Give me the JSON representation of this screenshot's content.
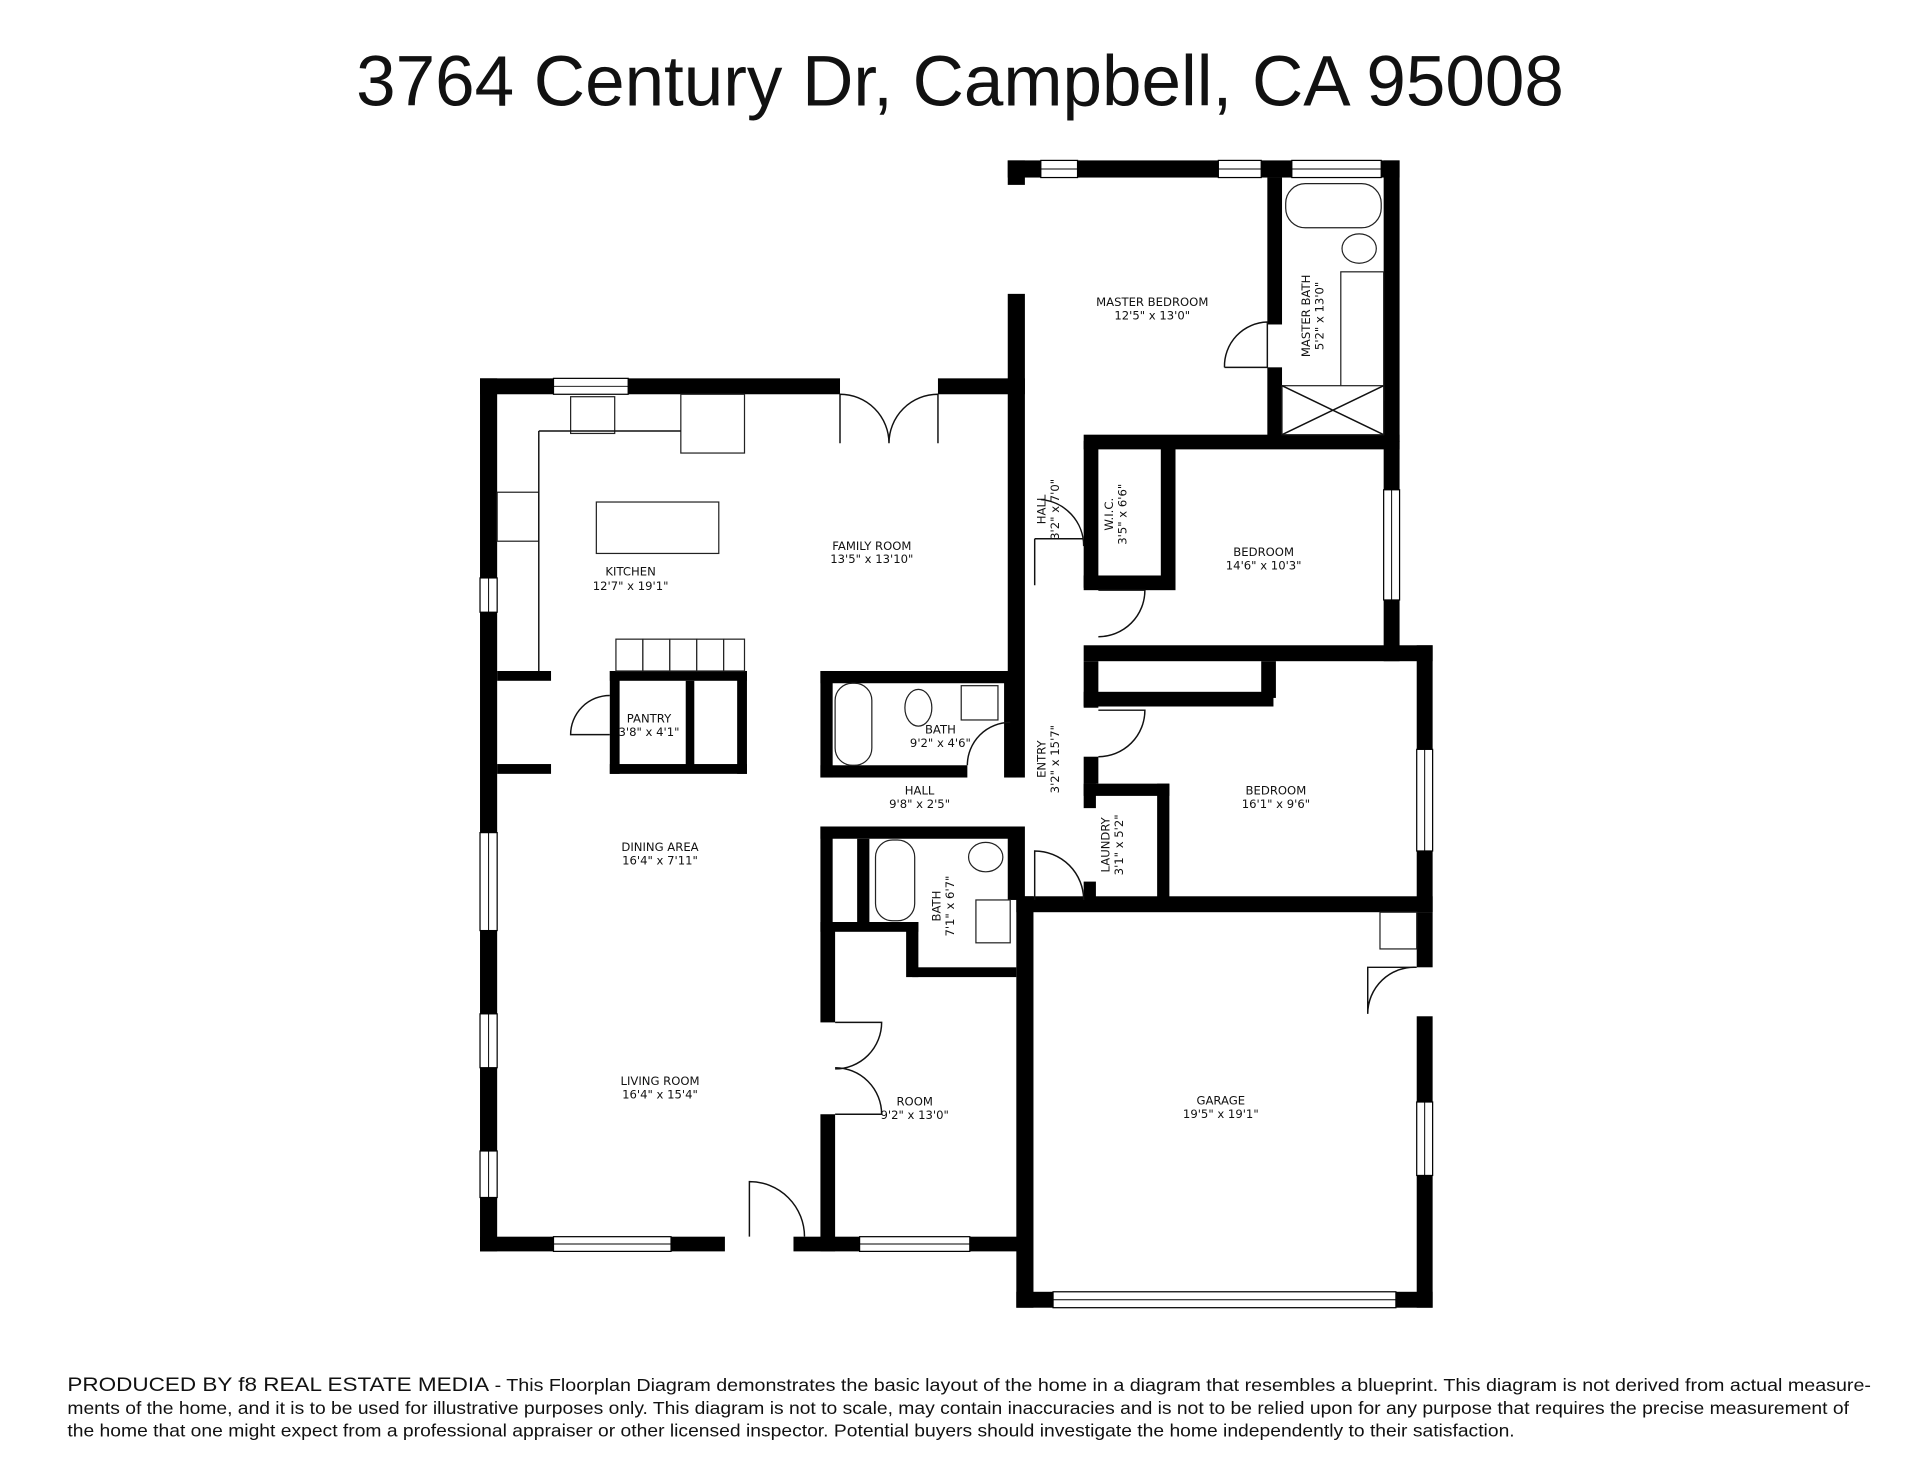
{
  "title": "3764 Century Dr, Campbell, CA  95008",
  "rooms": {
    "kitchen": {
      "name": "KITCHEN",
      "dims": "12'7\" x 19'1\""
    },
    "family_room": {
      "name": "FAMILY ROOM",
      "dims": "13'5\" x 13'10\""
    },
    "master_bedroom": {
      "name": "MASTER BEDROOM",
      "dims": "12'5\" x 13'0\""
    },
    "master_bath": {
      "name": "MASTER BATH",
      "dims": "5'2\" x 13'0\""
    },
    "hall_upper": {
      "name": "HALL",
      "dims": "3'2\" x 7'0\""
    },
    "wic": {
      "name": "W.I.C.",
      "dims": "3'5\" x 6'6\""
    },
    "bedroom_1": {
      "name": "BEDROOM",
      "dims": "14'6\" x 10'3\""
    },
    "pantry": {
      "name": "PANTRY",
      "dims": "3'8\" x 4'1\""
    },
    "bath_1": {
      "name": "BATH",
      "dims": "9'2\" x 4'6\""
    },
    "hall_lower": {
      "name": "HALL",
      "dims": "9'8\" x 2'5\""
    },
    "entry": {
      "name": "ENTRY",
      "dims": "3'2\" x 15'7\""
    },
    "bedroom_2": {
      "name": "BEDROOM",
      "dims": "16'1\" x 9'6\""
    },
    "laundry": {
      "name": "LAUNDRY",
      "dims": "3'1\" x 5'2\""
    },
    "dining_area": {
      "name": "DINING AREA",
      "dims": "16'4\" x 7'11\""
    },
    "bath_2": {
      "name": "BATH",
      "dims": "7'1\" x 6'7\""
    },
    "living_room": {
      "name": "LIVING ROOM",
      "dims": "16'4\" x 15'4\""
    },
    "room": {
      "name": "ROOM",
      "dims": "9'2\" x 13'0\""
    },
    "garage": {
      "name": "GARAGE",
      "dims": "19'5\" x 19'1\""
    }
  },
  "footer": {
    "producer": "PRODUCED BY f8 REAL ESTATE MEDIA",
    "line1": " - This Floorplan Diagram demonstrates the basic layout of the home in a diagram that resembles a blueprint. This diagram is not derived from actual measure-",
    "line2": "ments of the home, and it is to be used for illustrative purposes only. This diagram is not to scale, may contain inaccuracies and is not to be relied upon for any purpose that requires the precise measurement of",
    "line3": "the home that one might expect from a professional appraiser or other licensed inspector. Potential buyers should investigate the home independently to their satisfaction."
  }
}
